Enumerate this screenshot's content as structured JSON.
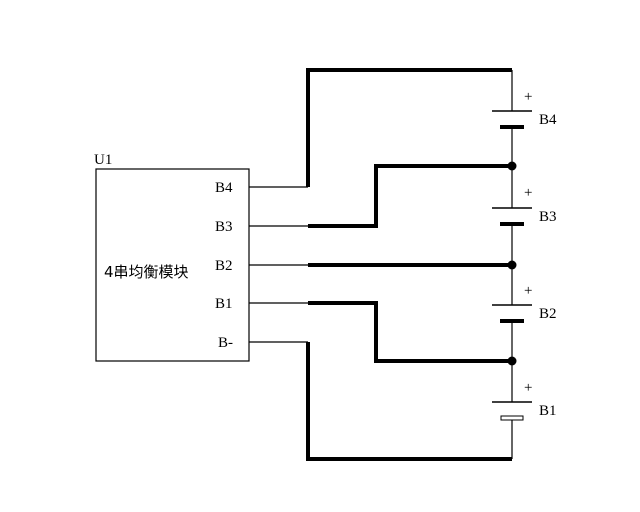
{
  "module": {
    "ref": "U1",
    "name": "4串均衡模块",
    "pins": [
      "B4",
      "B3",
      "B2",
      "B1",
      "B-"
    ]
  },
  "batteries": [
    {
      "label": "B4",
      "polarity": "+"
    },
    {
      "label": "B3",
      "polarity": "+"
    },
    {
      "label": "B2",
      "polarity": "+"
    },
    {
      "label": "B1",
      "polarity": "+"
    }
  ],
  "colors": {
    "line": "#000000",
    "background": "#ffffff"
  }
}
